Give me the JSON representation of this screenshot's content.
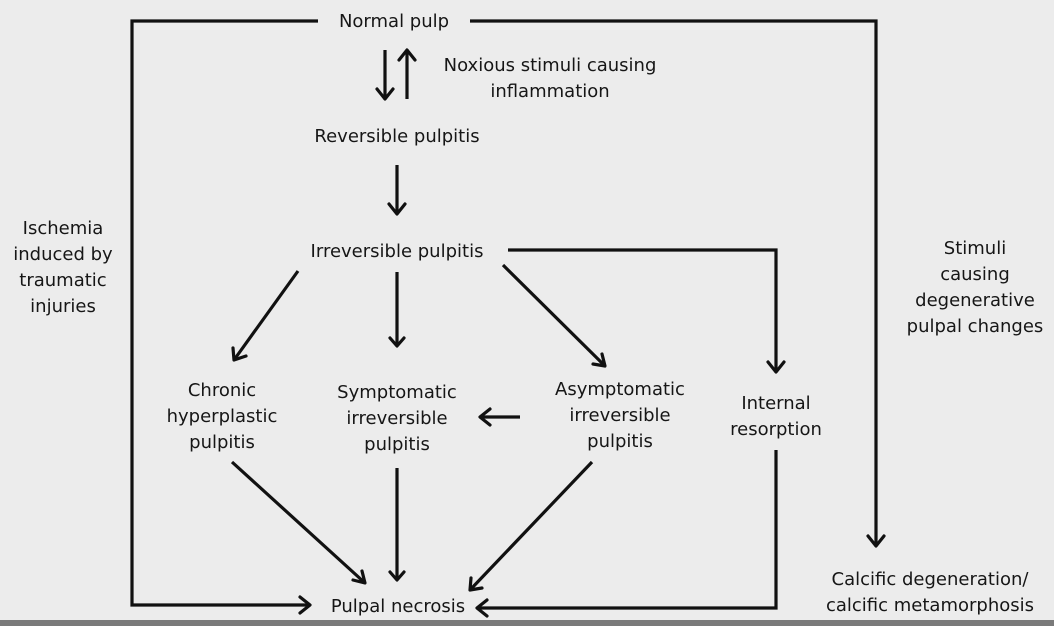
{
  "nodes": {
    "normal_pulp": "Normal pulp",
    "noxious_stimuli": "Noxious stimuli causing\ninflammation",
    "reversible_pulpitis": "Reversible pulpitis",
    "irreversible_pulpitis": "Irreversible pulpitis",
    "ischemia": "Ischemia\ninduced by\ntraumatic\ninjuries",
    "stimuli_degenerative": "Stimuli\ncausing\ndegenerative\npulpal changes",
    "chronic_hyperplastic": "Chronic\nhyperplastic\npulpitis",
    "symptomatic_irreversible": "Symptomatic\nirreversible\npulpitis",
    "asymptomatic_irreversible": "Asymptomatic\nirreversible\npulpitis",
    "internal_resorption": "Internal\nresorption",
    "pulpal_necrosis": "Pulpal necrosis",
    "calcific_degeneration": "Calcific degeneration/\ncalcific metamorphosis"
  }
}
